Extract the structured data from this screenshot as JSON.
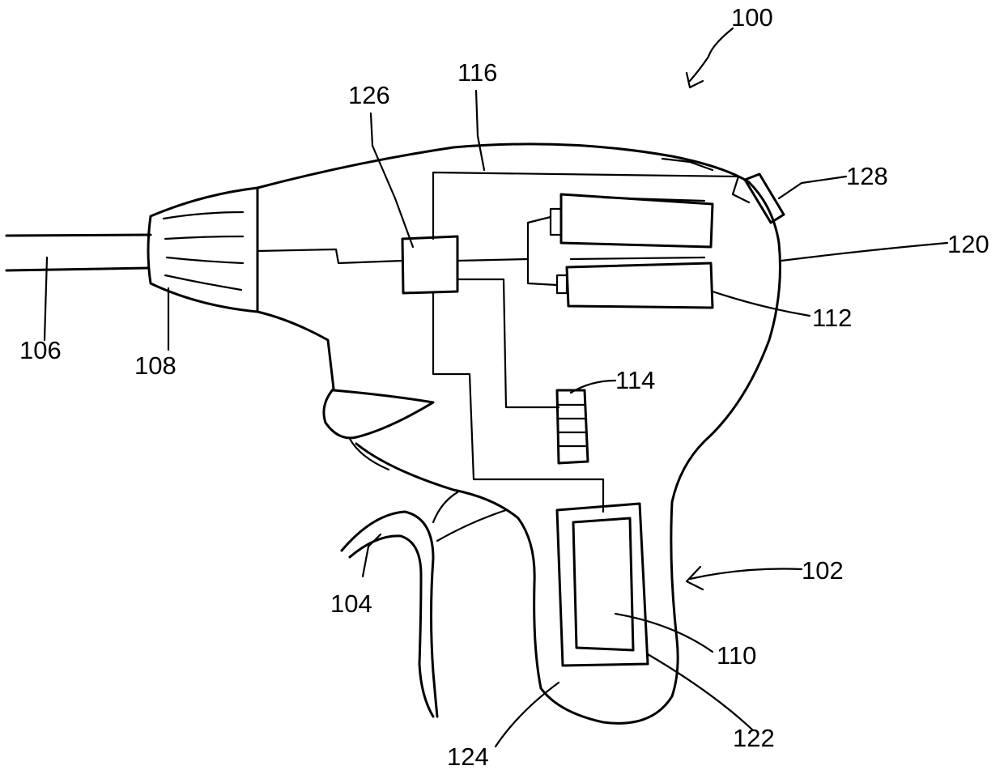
{
  "figure": {
    "labels": {
      "l100": "100",
      "l102": "102",
      "l104": "104",
      "l106": "106",
      "l108": "108",
      "l110": "110",
      "l112": "112",
      "l114": "114",
      "l116": "116",
      "l120": "120",
      "l122": "122",
      "l124": "124",
      "l126": "126",
      "l128": "128"
    }
  }
}
